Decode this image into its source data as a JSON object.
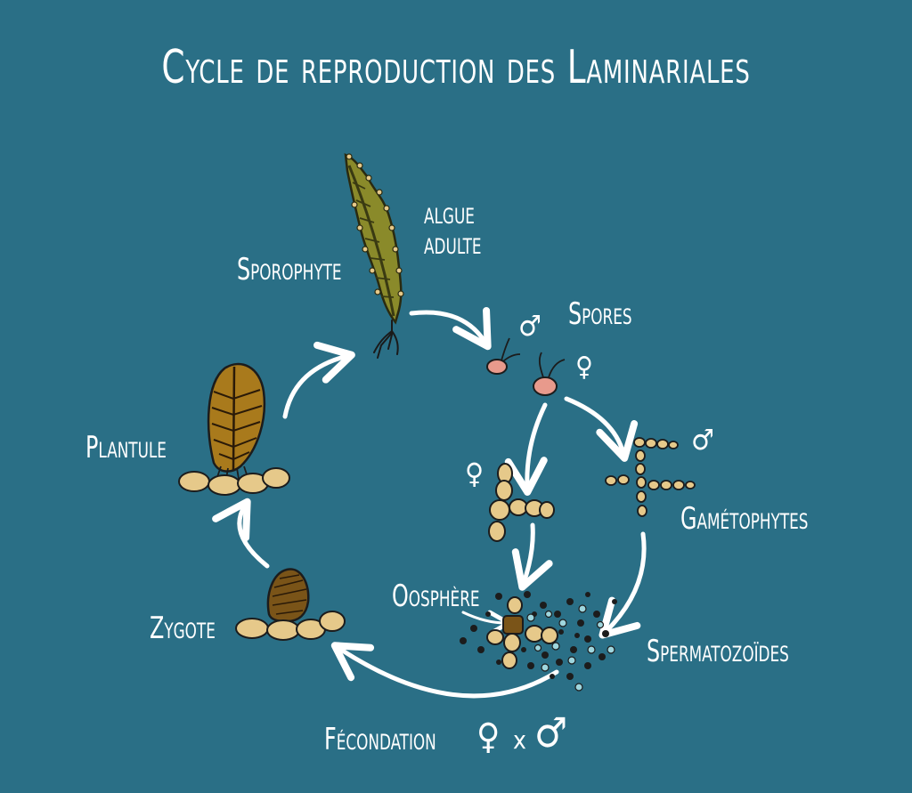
{
  "title": "Cycle de reproduction des Laminariales",
  "labels": {
    "sporophyte": "Sporophyte",
    "algue": "ALGUE",
    "adulte": "ADULTE",
    "spores": "Spores",
    "gametophytes": "Gamétophytes",
    "oosphere": "Oosphère",
    "spermatozoides": "Spermatozoïdes",
    "zygote": "Zygote",
    "plantule": "Plantule",
    "fecondation": "Fécondation"
  },
  "symbols": {
    "male": "♂",
    "female": "♀",
    "cross": "x"
  },
  "colors": {
    "background": "#2a6f86",
    "text": "#ffffff",
    "algae": "#8a8a2a",
    "cell": "#e6c98a",
    "cell_outline": "#1c1c1c",
    "spore": "#e89a8c",
    "zygote": "#7a5418"
  }
}
